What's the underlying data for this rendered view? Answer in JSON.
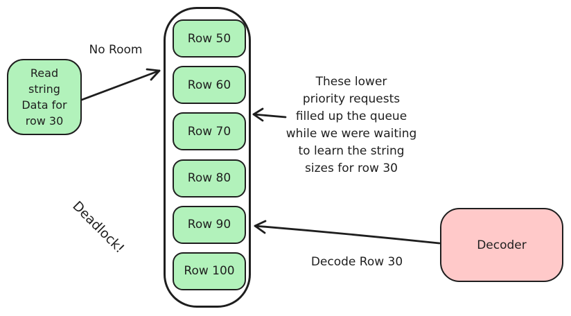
{
  "colors": {
    "green": "#b2f2bb",
    "pink": "#ffc9c9",
    "stroke": "#1e1e1e",
    "background": "#ffffff"
  },
  "read_request_box": {
    "label": "Read\nstring\nData for\nrow 30"
  },
  "no_room_label": "No Room",
  "queue": {
    "rows": [
      "Row 50",
      "Row 60",
      "Row 70",
      "Row 80",
      "Row 90",
      "Row 100"
    ]
  },
  "annotation": "These lower\npriority requests\nfilled up the queue\nwhile we were waiting\nto learn the string\nsizes for row 30",
  "deadlock_label": "Deadlock!",
  "decoder_box": {
    "label": "Decoder"
  },
  "decode_label": "Decode Row 30"
}
